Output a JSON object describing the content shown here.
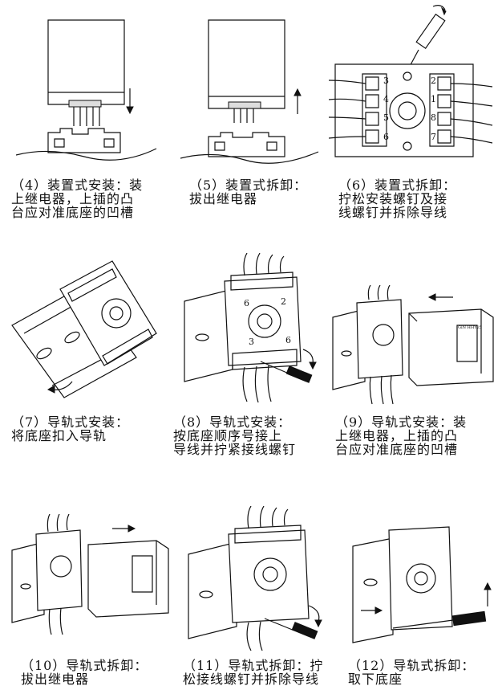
{
  "steps": [
    {
      "line1": "（4）装置式安装：装",
      "line2": "上继电器，上插的凸",
      "line3": "台应对准底座的凹槽"
    },
    {
      "line1": "（5）装置式拆卸：",
      "line2": "拔出继电器",
      "line3": ""
    },
    {
      "line1": "（6）装置式拆卸：",
      "line2": "拧松安装螺钉及接",
      "line3": "线螺钉并拆除导线"
    },
    {
      "line1": "（7）导轨式安装：",
      "line2": "将底座扣入导轨",
      "line3": ""
    },
    {
      "line1": "（8）导轨式安装：",
      "line2": "按底座顺序号接上",
      "line3": "导线并拧紧接线螺钉"
    },
    {
      "line1": "（9）导轨式安装：装",
      "line2": "上继电器，上插的凸",
      "line3": "台应对准底座的凹槽"
    },
    {
      "line1": "（10）导轨式拆卸：",
      "line2": "拔出继电器",
      "line3": ""
    },
    {
      "line1": "（11）导轨式拆卸：拧",
      "line2": "松接线螺钉并拆除导线",
      "line3": ""
    },
    {
      "line1": "（12）导轨式拆卸：",
      "line2": "取下底座",
      "line3": ""
    }
  ],
  "terminal_numbers_left": [
    "3",
    "4",
    "5",
    "6"
  ],
  "terminal_numbers_right": [
    "2",
    "1",
    "8",
    "7"
  ],
  "step8_labels": {
    "a": "6",
    "b": "2",
    "c": "3",
    "d": "6"
  },
  "relay_brand": "GiN HHY25",
  "accent_color": "#111111"
}
